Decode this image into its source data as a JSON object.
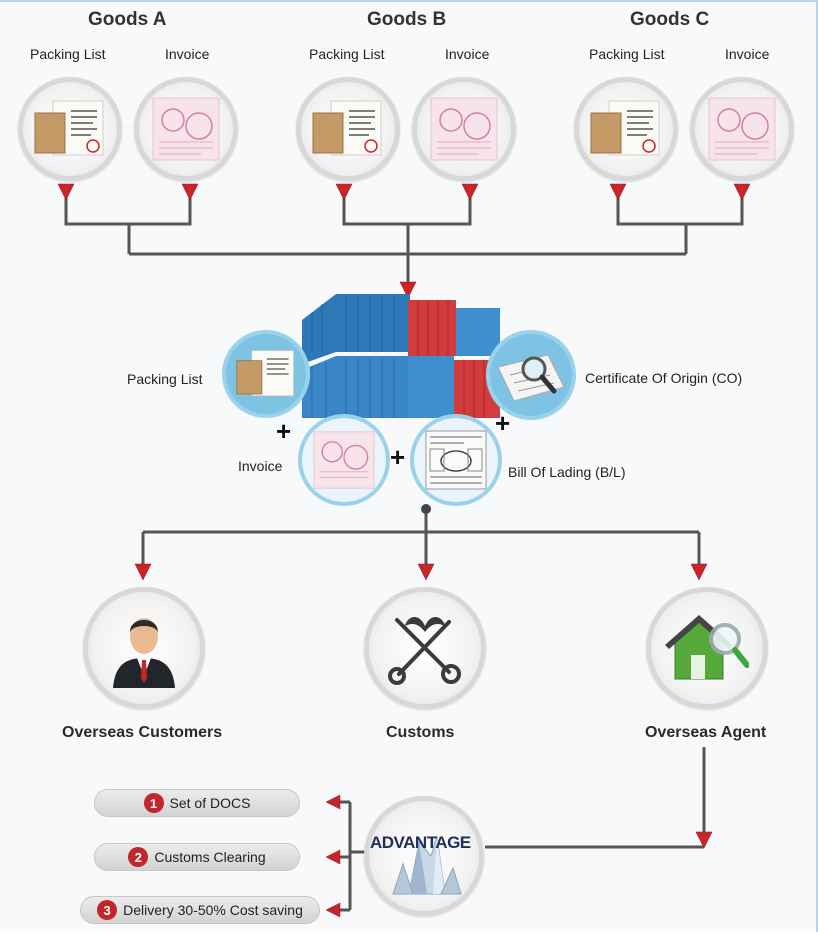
{
  "goods": [
    {
      "title": "Goods A",
      "packing": "Packing List",
      "invoice": "Invoice"
    },
    {
      "title": "Goods B",
      "packing": "Packing List",
      "invoice": "Invoice"
    },
    {
      "title": "Goods C",
      "packing": "Packing List",
      "invoice": "Invoice"
    }
  ],
  "hub": {
    "packing": "Packing List",
    "certificate": "Certificate Of Origin (CO)",
    "invoice": "Invoice",
    "bill": "Bill Of Lading (B/L)",
    "plus": "+"
  },
  "recipients": {
    "customers": "Overseas Customers",
    "customs": "Customs",
    "agent": "Overseas Agent"
  },
  "advantage": {
    "label": "ADVANTAGE",
    "items": [
      {
        "num": "1",
        "text": "Set of DOCS"
      },
      {
        "num": "2",
        "text": "Customs Clearing"
      },
      {
        "num": "3",
        "text": "Delivery 30-50% Cost saving"
      }
    ]
  },
  "colors": {
    "line": "#555555",
    "arrow": "#c8252b",
    "accent_blue": "#7ec3e4",
    "container_blue": "#3f8fcf",
    "container_red": "#d33c3c"
  },
  "icons": [
    "packing-list-icon",
    "invoice-icon",
    "container-stack-icon",
    "magnifier-certificate-icon",
    "bill-of-lading-icon",
    "businessman-icon",
    "customs-key-icon",
    "house-search-icon",
    "crystal-icon"
  ]
}
